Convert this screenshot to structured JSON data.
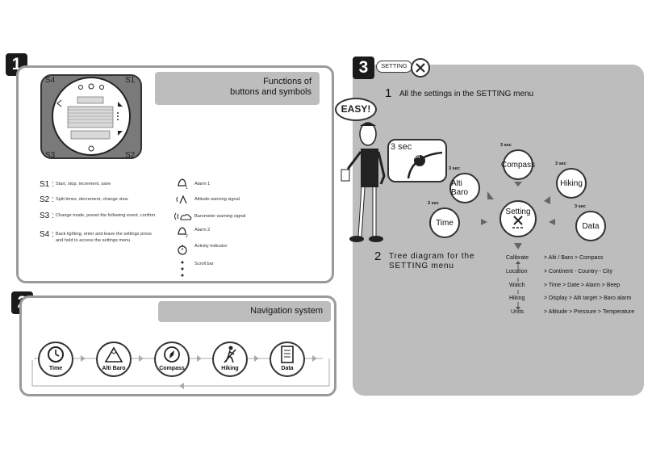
{
  "section1": {
    "number": "1",
    "banner": [
      "Functions of",
      "buttons and symbols"
    ],
    "corner_labels": {
      "s4": "S4",
      "s1": "S1",
      "s3": "S3",
      "s2": "S2"
    },
    "buttons": [
      {
        "key": "S1 :",
        "desc": [
          "Start, stop, increment, save"
        ]
      },
      {
        "key": "S2 :",
        "desc": [
          "Split times, decrement, change view"
        ]
      },
      {
        "key": "S3 :",
        "desc": [
          "Change mode, preset the following event, confirm"
        ]
      },
      {
        "key": "S4 :",
        "desc": [
          "Back lighting, enter and leave the settings press",
          "and hold to access the settings menu"
        ]
      }
    ],
    "symbols": [
      {
        "icon": "bell-1-icon",
        "desc": "Alarm 1"
      },
      {
        "icon": "altitude-warning-icon",
        "desc": "Altitude warning signal"
      },
      {
        "icon": "barometer-warning-icon",
        "desc": "Barometer warning signal"
      },
      {
        "icon": "bell-2-icon",
        "desc": "Alarm 2"
      },
      {
        "icon": "stopwatch-icon",
        "desc": "Activity indicator"
      },
      {
        "icon": "scroll-bar-icon",
        "desc": "Scroll bar"
      }
    ]
  },
  "section2": {
    "number": "2",
    "banner": "Navigation system",
    "items": [
      {
        "label": "Time",
        "icon": "clock-icon"
      },
      {
        "label": "Alti Baro",
        "icon": "mountain-icon"
      },
      {
        "label": "Compass",
        "icon": "compass-icon"
      },
      {
        "label": "Hiking",
        "icon": "hiker-icon"
      },
      {
        "label": "Data",
        "icon": "document-icon"
      }
    ]
  },
  "section3": {
    "number": "3",
    "tag": "SETTING",
    "easy": "EASY!",
    "hold": "3 sec",
    "hold_button": "S4",
    "step1_num": "1",
    "step1": "All the settings in the SETTING menu",
    "step2_num": "2",
    "step2": [
      "Tree diagram for the",
      "SETTING menu"
    ],
    "nodes": {
      "center": "Setting",
      "time": {
        "label": "Time",
        "tag": "3 sec"
      },
      "alti": {
        "label": "Alti Baro",
        "tag": "3 sec"
      },
      "compass": {
        "label": "Compass",
        "tag": "3 sec"
      },
      "hiking": {
        "label": "Hiking",
        "tag": "3 sec"
      },
      "data": {
        "label": "Data",
        "tag": "3 sec"
      }
    },
    "tree": [
      {
        "name": "Calibrate",
        "path": "> Alti / Baro > Compass"
      },
      {
        "name": "Location",
        "path": "> Continent - Country - City"
      },
      {
        "name": "Watch",
        "path": "> Time > Date > Alarm > Beep"
      },
      {
        "name": "Hiking",
        "path": "> Display > Alti target > Baro alarm"
      },
      {
        "name": "Units",
        "path": "> Altitude > Pressure > Temperature"
      }
    ]
  }
}
